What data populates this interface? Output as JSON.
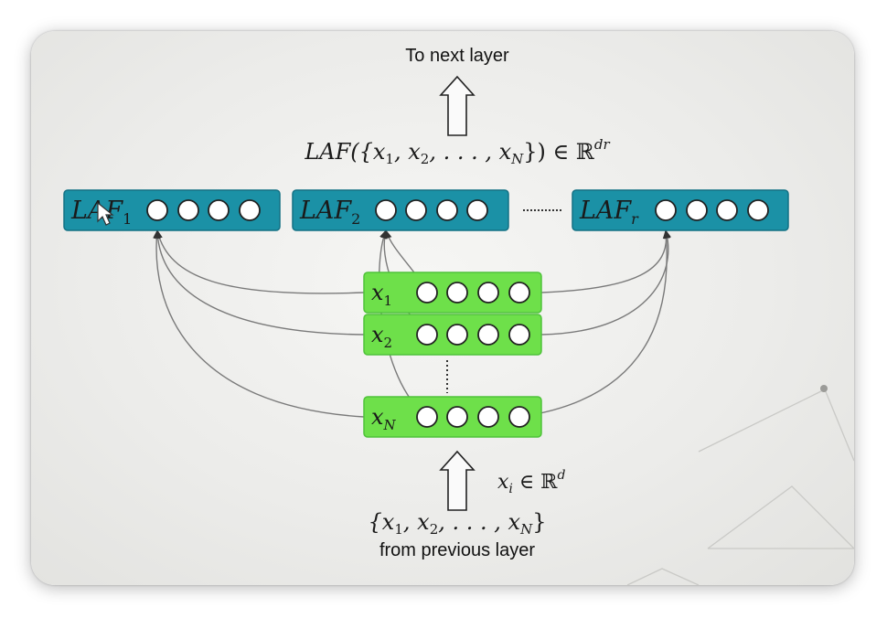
{
  "top_label": "To next layer",
  "output_formula": {
    "lhs": "LAF({x",
    "sub1": "1",
    "mid1": ", x",
    "sub2": "2",
    "mid2": ", . . . , x",
    "subN": "N",
    "rhs": "}) ∈ ℝ",
    "sup": "dr"
  },
  "laf_units": [
    {
      "name": "LAF",
      "sub": "1"
    },
    {
      "name": "LAF",
      "sub": "2"
    },
    {
      "name": "LAF",
      "sub": "r"
    }
  ],
  "input_rows": [
    {
      "name": "x",
      "sub": "1"
    },
    {
      "name": "x",
      "sub": "2"
    },
    {
      "name": "x",
      "sub": "N"
    }
  ],
  "input_formula": {
    "lhs": "x",
    "sub": "i",
    "rhs": " ∈ ℝ",
    "sup": "d"
  },
  "input_set": {
    "lhs": "{x",
    "sub1": "1",
    "mid1": ", x",
    "sub2": "2",
    "mid2": ", . . . , x",
    "subN": "N",
    "rhs": "}"
  },
  "bottom_label": "from previous layer",
  "colors": {
    "laf_fill": "#1b91a6",
    "laf_stroke": "#127184",
    "input_fill": "#6ee04a",
    "input_stroke": "#4fc23a",
    "node_fill": "#ffffff",
    "node_stroke": "#222222",
    "edge": "#7a7a7a"
  },
  "icons": [
    "up-arrow-icon",
    "cursor-icon"
  ]
}
